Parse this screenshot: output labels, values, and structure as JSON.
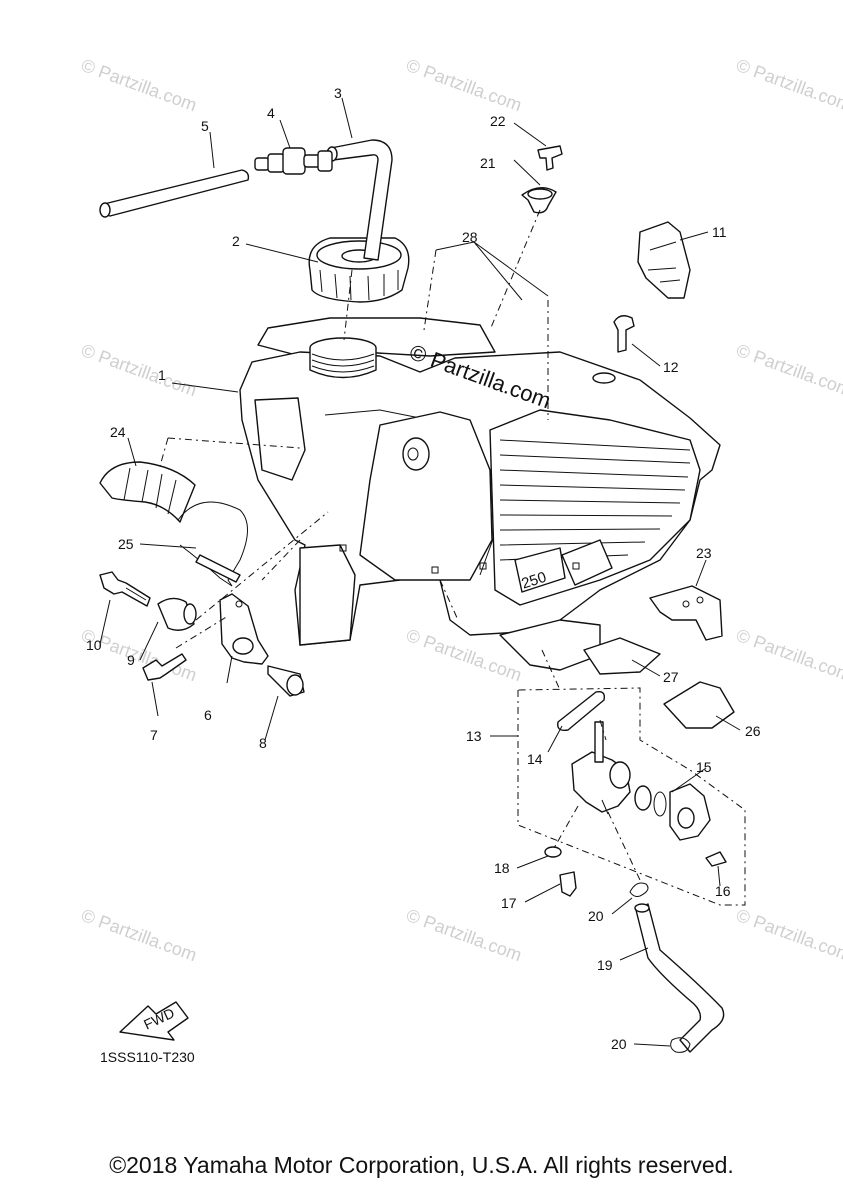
{
  "diagram": {
    "callouts": [
      "1",
      "2",
      "3",
      "4",
      "5",
      "6",
      "7",
      "8",
      "9",
      "10",
      "11",
      "12",
      "13",
      "14",
      "15",
      "16",
      "17",
      "18",
      "19",
      "20",
      "20",
      "21",
      "22",
      "23",
      "24",
      "25",
      "26",
      "27",
      "28"
    ],
    "fwd_label": "FWD",
    "diagram_code": "1SSS110-T230",
    "tank_badge": "250"
  },
  "watermark": {
    "text": "© Partzilla.com",
    "center_text": "© Partzilla.com"
  },
  "footer": {
    "copyright": "©2018 Yamaha Motor Corporation, U.S.A. All rights reserved."
  },
  "colors": {
    "line": "#111111",
    "watermark": "#cfcfcf",
    "background": "#ffffff"
  }
}
